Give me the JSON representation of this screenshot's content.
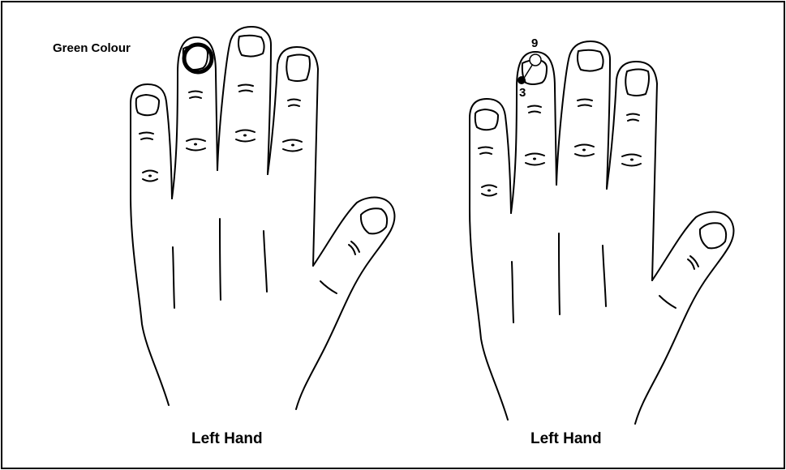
{
  "annotation": {
    "text": "Green Colour",
    "marker_color": "#000000"
  },
  "hands": [
    {
      "label": "Left Hand"
    },
    {
      "label": "Left Hand"
    }
  ],
  "points": [
    {
      "label": "9",
      "style": "open-circle"
    },
    {
      "label": "3",
      "style": "filled-dot"
    }
  ]
}
